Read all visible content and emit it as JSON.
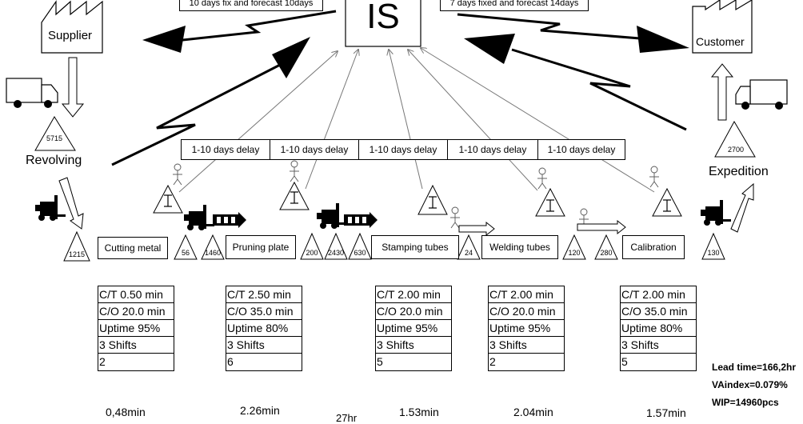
{
  "header": {
    "supplier_info": "10 days fix and  forecast 10days",
    "customer_info": "7 days fixed and  forecast 14days",
    "is_label": "IS"
  },
  "supplier": {
    "label": "Supplier"
  },
  "customer": {
    "label": "Customer"
  },
  "revolving": {
    "label": "Revolving",
    "inventory": "5715"
  },
  "expedition": {
    "label": "Expedition",
    "inventory": "2700"
  },
  "delays": [
    "1-10 days delay",
    "1-10 days delay",
    "1-10 days delay",
    "1-10 days delay",
    "1-10 days delay"
  ],
  "processes": [
    {
      "name": "Cutting metal",
      "ct": "C/T  0.50 min",
      "co": "C/O  20.0 min",
      "uptime": "Uptime 95%",
      "shifts": "3 Shifts",
      "operators": "2",
      "time": "0,48min"
    },
    {
      "name": "Pruning plate",
      "ct": "C/T  2.50 min",
      "co": "C/O  35.0 min",
      "uptime": "Uptime 80%",
      "shifts": "3 Shifts",
      "operators": "6",
      "time": "2.26min"
    },
    {
      "name": "Stamping tubes",
      "ct": "C/T  2.00 min",
      "co": "C/O  20.0 min",
      "uptime": "Uptime 95%",
      "shifts": "3 Shifts",
      "operators": "5",
      "time": "1.53min"
    },
    {
      "name": "Welding tubes",
      "ct": "C/T  2.00 min",
      "co": "C/O  20.0 min",
      "uptime": "Uptime 95%",
      "shifts": "3 Shifts",
      "operators": "2",
      "time": "2.04min"
    },
    {
      "name": "Calibration",
      "ct": "C/T  2.00 min",
      "co": "C/O  35.0 min",
      "uptime": "Uptime 80%",
      "shifts": "3 Shifts",
      "operators": "5",
      "time": "1.57min"
    }
  ],
  "inventories": [
    "1215",
    "56",
    "1460",
    "200",
    "2430",
    "630",
    "24",
    "120",
    "280",
    "130"
  ],
  "lead_bottom": "27hr",
  "summary": {
    "lead_time": "Lead time=166,2hr",
    "va_index": "VAindex=0.079%",
    "wip": "WIP=14960pcs"
  }
}
